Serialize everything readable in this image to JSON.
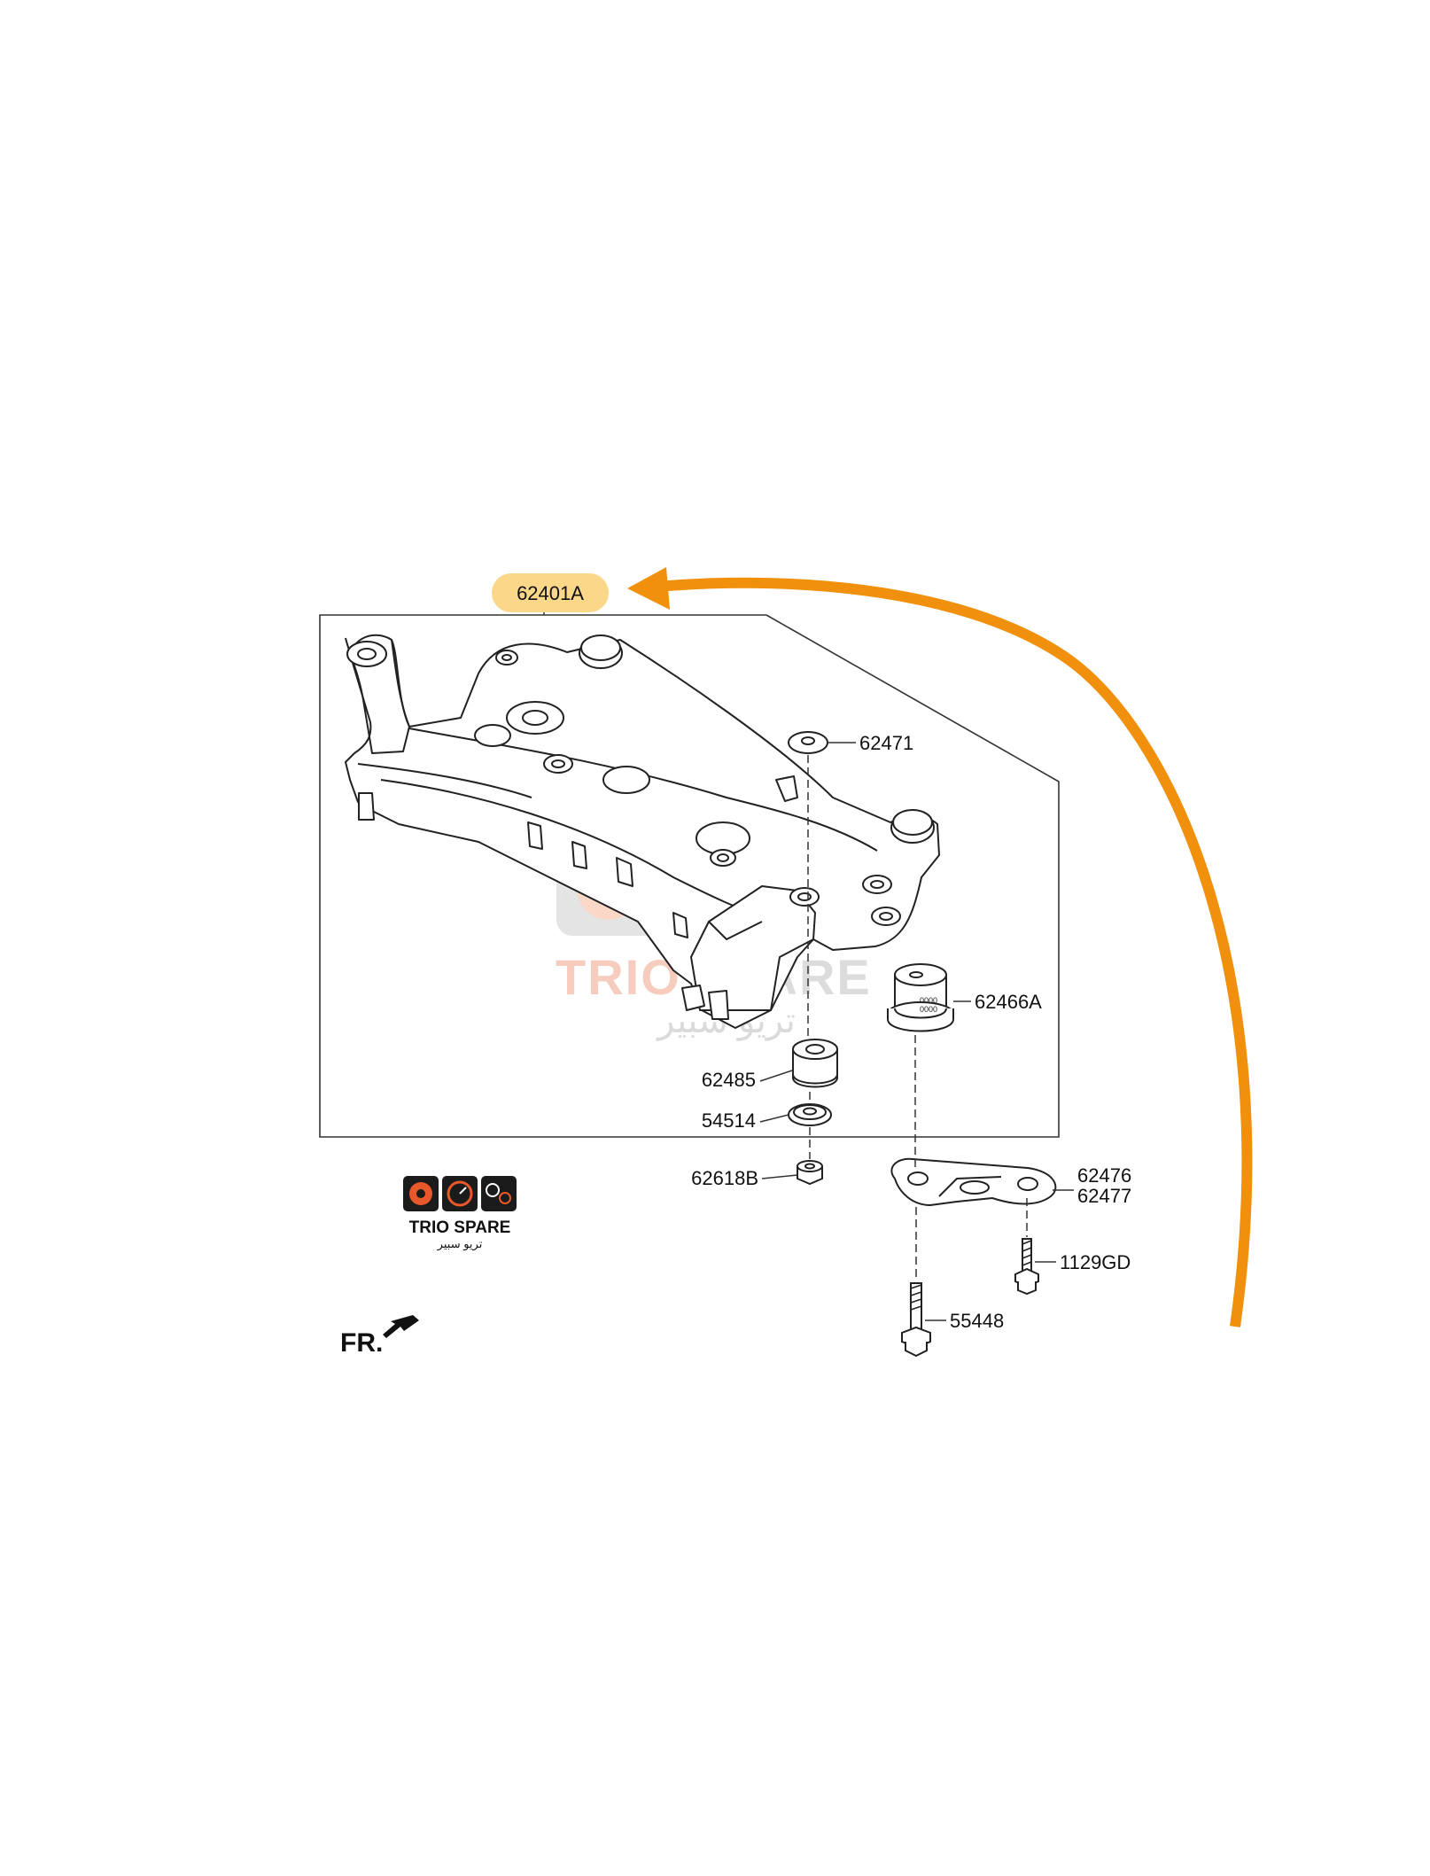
{
  "diagram": {
    "main_part": {
      "number": "62401A",
      "highlight_color": "#fbd78a"
    },
    "arrow_color": "#f0900c",
    "callouts": [
      {
        "id": "62471",
        "text": "62471"
      },
      {
        "id": "62466A",
        "text": "62466A"
      },
      {
        "id": "62485",
        "text": "62485"
      },
      {
        "id": "54514",
        "text": "54514"
      },
      {
        "id": "62618B",
        "text": "62618B"
      },
      {
        "id": "62476",
        "text": "62476"
      },
      {
        "id": "62477",
        "text": "62477"
      },
      {
        "id": "1129GD",
        "text": "1129GD"
      },
      {
        "id": "55448",
        "text": "55448"
      }
    ],
    "direction_label": "FR."
  },
  "watermark": {
    "brand": "TRIO SPARE",
    "brand_part1": "TRIO",
    "brand_part2": "SPARE",
    "arabic": "تريو سبير"
  },
  "logo": {
    "brand": "TRIO SPARE",
    "arabic": "تريو سبير"
  }
}
